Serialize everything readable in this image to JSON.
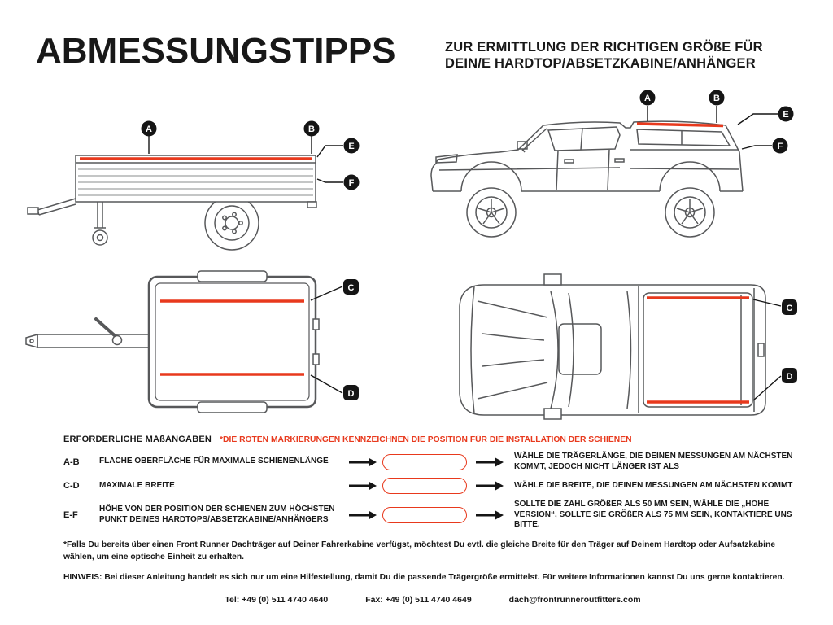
{
  "header": {
    "title": "ABMESSUNGSTIPPS",
    "subtitle_line1": "ZUR ERMITTLUNG DER RICHTIGEN GRÖßE FÜR",
    "subtitle_line2": "DEIN/E HARDTOP/ABSETZKABINE/ANHÄNGER"
  },
  "figures": {
    "side_view_labels": {
      "a": "A",
      "b": "B",
      "e": "E",
      "f": "F"
    },
    "top_view_labels": {
      "c": "C",
      "d": "D"
    }
  },
  "measurements": {
    "heading": "ERFORDERLICHE MAßANGABEN",
    "note": "*DIE ROTEN MARKIERUNGEN KENNZEICHNEN DIE POSITION FÜR DIE INSTALLATION DER SCHIENEN",
    "rows": [
      {
        "key": "A-B",
        "description": "FLACHE OBERFLÄCHE FÜR MAXIMALE SCHIENENLÄNGE",
        "result": "WÄHLE DIE TRÄGERLÄNGE, DIE DEINEN MESSUNGEN AM NÄCHSTEN KOMMT, JEDOCH NICHT LÄNGER IST ALS"
      },
      {
        "key": "C-D",
        "description": "MAXIMALE BREITE",
        "result": "WÄHLE DIE BREITE, DIE DEINEN MESSUNGEN AM NÄCHSTEN KOMMT"
      },
      {
        "key": "E-F",
        "description": "HÖHE VON DER POSITION DER SCHIENEN ZUM HÖCHSTEN PUNKT DEINES HARDTOPS/ABSETZKABINE/ANHÄNGERS",
        "result": "SOLLTE DIE ZAHL GRÖßER ALS 50 MM SEIN, WÄHLE DIE „HOHE VERSION“, SOLLTE SIE GRÖßER ALS 75 MM SEIN, KONTAKTIERE UNS BITTE."
      }
    ]
  },
  "footnotes": {
    "footnote": "*Falls Du bereits über einen Front Runner Dachträger auf Deiner Fahrerkabine verfügst, möchtest Du evtl. die gleiche Breite für den Träger auf Deinem Hardtop oder Aufsatzkabine wählen, um eine optische Einheit zu erhalten.",
    "hinweis": "HINWEIS: Bei dieser Anleitung handelt es sich nur um eine Hilfestellung, damit Du die passende Trägergröße ermittelst. Für weitere Informationen kannst Du uns gerne kontaktieren."
  },
  "contact": {
    "tel": "Tel: +49 (0) 511 4740 4640",
    "fax": "Fax: +49 (0) 511 4740 4649",
    "email": "dach@frontrunneroutfitters.com"
  },
  "colors": {
    "accent_red": "#E8391D",
    "ink": "#181818",
    "line_gray": "#57585A"
  }
}
